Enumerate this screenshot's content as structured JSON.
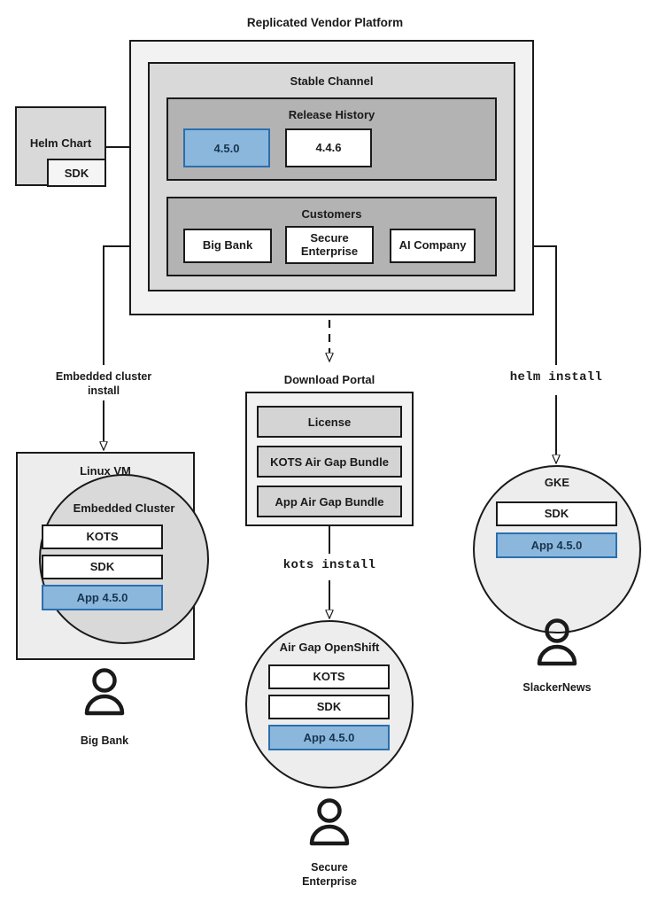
{
  "diagram": {
    "title": "Replicated Vendor Platform",
    "type": "architecture-flow"
  },
  "platform": {
    "title": "Replicated Vendor Platform",
    "channel": {
      "title": "Stable Channel",
      "release_history": {
        "title": "Release History",
        "releases": [
          {
            "version": "4.5.0",
            "state": "current",
            "color": "#8cb7dd"
          },
          {
            "version": "4.4.6",
            "state": "previous",
            "color": "#ffffff"
          }
        ]
      },
      "customers": {
        "title": "Customers",
        "items": [
          {
            "name": "Big Bank"
          },
          {
            "name": "Secure\nEnterprise",
            "line1": "Secure",
            "line2": "Enterprise"
          },
          {
            "name": "AI Company"
          }
        ]
      }
    }
  },
  "source": {
    "helm_chart": {
      "label": "Helm Chart",
      "sdk_label": "SDK"
    }
  },
  "connectors": [
    {
      "id": "helm-to-release",
      "label": "",
      "style": "solid-arrow"
    },
    {
      "id": "bigbank-to-linuxvm",
      "label": "Embedded cluster install",
      "line1": "Embedded cluster",
      "line2": "install",
      "style": "solid-arrow"
    },
    {
      "id": "secure-to-portal",
      "label": "",
      "style": "dashed-arrow"
    },
    {
      "id": "portal-to-openshift",
      "label": "kots install",
      "style": "solid-arrow",
      "font": "mono"
    },
    {
      "id": "aicompany-to-gke",
      "label": "helm install",
      "style": "solid-arrow",
      "font": "mono"
    }
  ],
  "download_portal": {
    "title": "Download Portal",
    "artifacts": [
      {
        "label": "License"
      },
      {
        "label": "KOTS Air Gap Bundle"
      },
      {
        "label": "App Air Gap Bundle"
      }
    ]
  },
  "targets": [
    {
      "id": "linux-vm",
      "title": "Linux VM",
      "shape": "rect",
      "inner_title": "Embedded Cluster",
      "components": [
        {
          "label": "KOTS",
          "variant": "white"
        },
        {
          "label": "SDK",
          "variant": "white"
        },
        {
          "label": "App 4.5.0",
          "variant": "blue"
        }
      ],
      "customer": "Big Bank"
    },
    {
      "id": "air-gap-openshift",
      "title": "Air Gap OpenShift",
      "shape": "circle",
      "components": [
        {
          "label": "KOTS",
          "variant": "white"
        },
        {
          "label": "SDK",
          "variant": "white"
        },
        {
          "label": "App 4.5.0",
          "variant": "blue"
        }
      ],
      "customer_line1": "Secure",
      "customer_line2": "Enterprise"
    },
    {
      "id": "gke",
      "title": "GKE",
      "shape": "circle",
      "components": [
        {
          "label": "SDK",
          "variant": "white"
        },
        {
          "label": "App 4.5.0",
          "variant": "blue"
        }
      ],
      "customer": "SlackerNews"
    }
  ],
  "icons": {
    "person": "person-icon",
    "arrow": "arrow-head-icon"
  },
  "colors": {
    "accent_blue_fill": "#8cb7dd",
    "accent_blue_stroke": "#2a6fad",
    "accent_blue_text": "#16354f",
    "stroke": "#1a1a1a",
    "panel_outer": "#f2f2f2",
    "panel_mid": "#d9d9d9",
    "panel_inner": "#b3b3b3",
    "box_grey": "#d4d4d4",
    "circle_light": "#ededed",
    "circle_mid": "#d9d9d9"
  }
}
